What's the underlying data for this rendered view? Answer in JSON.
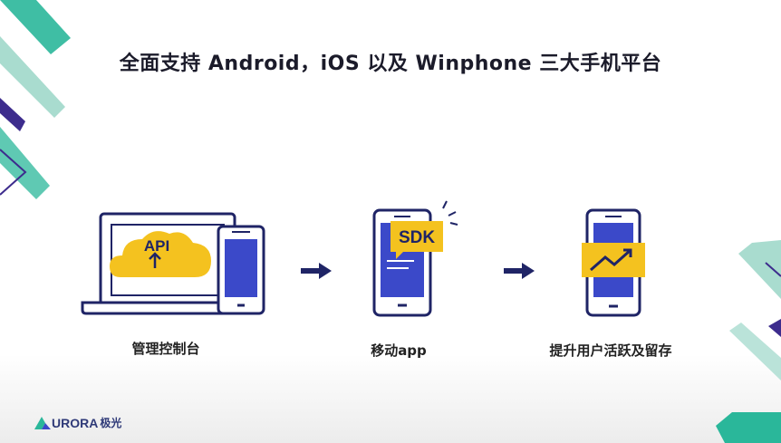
{
  "title": "全面支持 Android，iOS 以及 Winphone 三大手机平台",
  "steps": [
    {
      "label": "管理控制台",
      "badge": "API"
    },
    {
      "label": "移动app",
      "badge": "SDK"
    },
    {
      "label": "提升用户活跃及留存"
    }
  ],
  "logo": {
    "text": "URORA",
    "cn": "极光"
  },
  "colors": {
    "navy": "#1f2466",
    "yellow": "#f4c21f",
    "blue": "#3b49c9",
    "teal": "#2ab79a",
    "purple": "#3d2c8d"
  },
  "icons": [
    "cloud-upload-icon",
    "arrow-right-icon",
    "trend-up-icon",
    "aurora-logo-icon"
  ]
}
